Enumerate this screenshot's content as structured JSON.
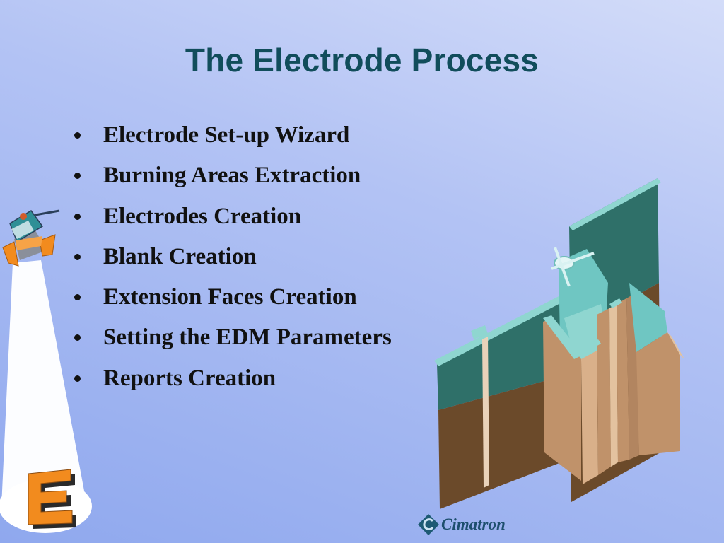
{
  "slide": {
    "title": "The Electrode Process",
    "bullets": [
      "Electrode Set-up Wizard",
      "Burning Areas Extraction",
      "Electrodes Creation",
      "Blank Creation",
      "Extension Faces Creation",
      "Setting the EDM Parameters",
      "Reports Creation"
    ]
  },
  "logo": {
    "text": "Cimatron",
    "emblem_icon": "cimatron-logo-icon"
  },
  "illustration": {
    "spotlight_icon": "spotlight-icon",
    "letter_icon": "letter-e-icon",
    "electrode_model": "electrode-model-illustration",
    "colors": {
      "teal": "#2f7069",
      "light_teal": "#8fd6d0",
      "copper": "#c0926a",
      "dark_copper": "#6b4a2a",
      "orange": "#f28b1e"
    }
  }
}
